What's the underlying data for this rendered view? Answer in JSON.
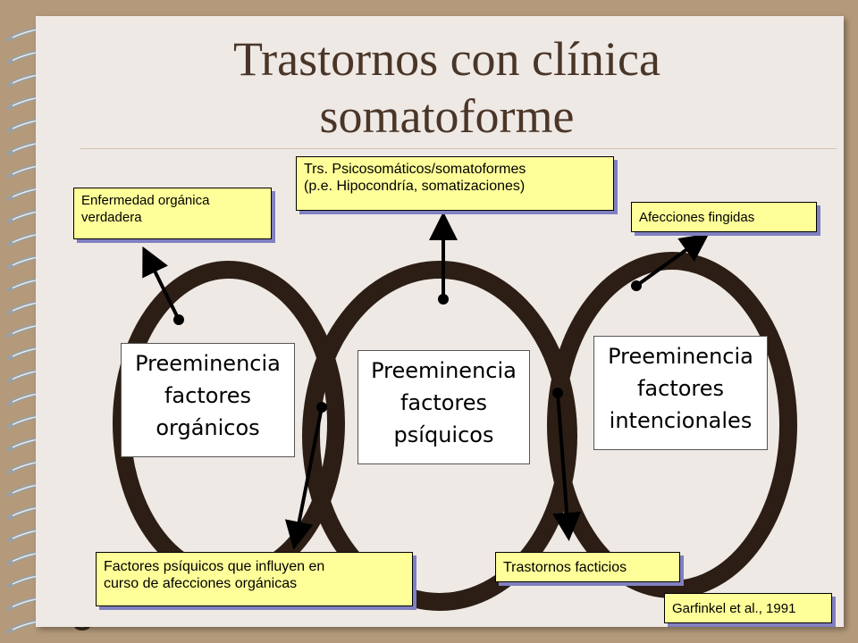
{
  "title": {
    "line1": "Trastornos con clínica",
    "line2": "somatoforme"
  },
  "groups": [
    {
      "id": "organicos",
      "line1": "Preeminencia",
      "line2": "factores",
      "line3": "orgánicos"
    },
    {
      "id": "psiquicos",
      "line1": "Preeminencia",
      "line2": "factores",
      "line3": "psíquicos"
    },
    {
      "id": "intencionales",
      "line1": "Preeminencia",
      "line2": "factores",
      "line3": "intencionales"
    }
  ],
  "callouts": {
    "organic_disease": {
      "line1": "Enfermedad orgánica",
      "line2": "verdadera"
    },
    "psychosomatic": {
      "line1": "Trs. Psicosomáticos/somatoformes",
      "line2": "(p.e. Hipocondría, somatizaciones)"
    },
    "feigned": {
      "line1": "Afecciones fingidas"
    },
    "psychic_factors": {
      "line1": "Factores psíquicos que influyen en",
      "line2": "curso de afecciones orgánicas"
    },
    "factitious": {
      "line1": "Trastornos facticios"
    }
  },
  "citation": "Garfinkel et al., 1991",
  "colors": {
    "frame": "#b49a7b",
    "slide": "#efe9e5",
    "ring": "#2c1e14",
    "title": "#4a3628",
    "callout_fill": "#ffff99",
    "callout_shadow": "#8080c0"
  }
}
